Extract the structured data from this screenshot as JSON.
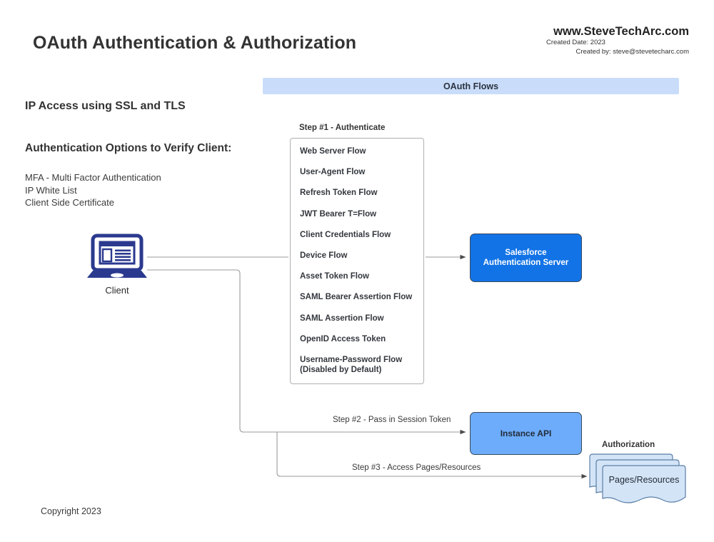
{
  "header": {
    "title": "OAuth Authentication & Authorization",
    "site_url": "www.SteveTechArc.com",
    "created_date": "Created Date: 2023",
    "created_by": "Created by: steve@stevetecharc.com"
  },
  "banner": {
    "label": "OAuth Flows",
    "color": "#c9ddfa"
  },
  "left_panel": {
    "ssl_heading": "IP Access using SSL and TLS",
    "auth_options_heading": "Authentication Options to Verify Client:",
    "auth_options": [
      "MFA - Multi Factor Authentication",
      "IP White List",
      "Client Side Certificate"
    ]
  },
  "steps": {
    "step1": "Step #1 - Authenticate",
    "step2": "Step #2 - Pass in Session Token",
    "step3": "Step #3 - Access Pages/Resources"
  },
  "flow_list": {
    "items": [
      "Web Server Flow",
      "User-Agent Flow",
      "Refresh Token Flow",
      "JWT Bearer T=Flow",
      "Client Credentials Flow",
      "Device Flow",
      "Asset Token Flow",
      "SAML Bearer Assertion Flow",
      "SAML Assertion Flow",
      "OpenID Access Token",
      "Username-Password Flow\n  (Disabled by Default)"
    ]
  },
  "nodes": {
    "client_label": "Client",
    "client_icon_color": "#2b3a8f",
    "salesforce": {
      "label": "Salesforce\nAuthentication Server",
      "color": "#1273e6"
    },
    "instance_api": {
      "label": "Instance API",
      "color": "#6cacfb"
    },
    "authorization_label": "Authorization",
    "pages_resources": {
      "label": "Pages/Resources",
      "color": "#d4e4f7"
    }
  },
  "footer": {
    "copyright": "Copyright 2023"
  }
}
